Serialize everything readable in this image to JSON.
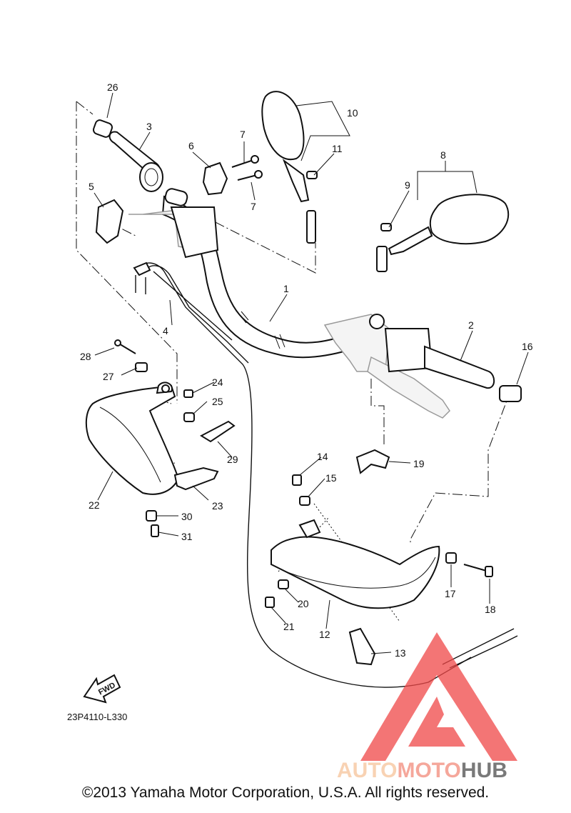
{
  "callouts": [
    {
      "id": "callout-1",
      "text": "1"
    },
    {
      "id": "callout-2",
      "text": "2"
    },
    {
      "id": "callout-3",
      "text": "3"
    },
    {
      "id": "callout-4",
      "text": "4"
    },
    {
      "id": "callout-5",
      "text": "5"
    },
    {
      "id": "callout-6",
      "text": "6"
    },
    {
      "id": "callout-7a",
      "text": "7"
    },
    {
      "id": "callout-7b",
      "text": "7"
    },
    {
      "id": "callout-8",
      "text": "8"
    },
    {
      "id": "callout-9",
      "text": "9"
    },
    {
      "id": "callout-10",
      "text": "10"
    },
    {
      "id": "callout-11",
      "text": "11"
    },
    {
      "id": "callout-12",
      "text": "12"
    },
    {
      "id": "callout-13",
      "text": "13"
    },
    {
      "id": "callout-14",
      "text": "14"
    },
    {
      "id": "callout-15",
      "text": "15"
    },
    {
      "id": "callout-16",
      "text": "16"
    },
    {
      "id": "callout-17",
      "text": "17"
    },
    {
      "id": "callout-18",
      "text": "18"
    },
    {
      "id": "callout-19",
      "text": "19"
    },
    {
      "id": "callout-20",
      "text": "20"
    },
    {
      "id": "callout-21",
      "text": "21"
    },
    {
      "id": "callout-22",
      "text": "22"
    },
    {
      "id": "callout-23",
      "text": "23"
    },
    {
      "id": "callout-24",
      "text": "24"
    },
    {
      "id": "callout-25",
      "text": "25"
    },
    {
      "id": "callout-26",
      "text": "26"
    },
    {
      "id": "callout-27",
      "text": "27"
    },
    {
      "id": "callout-28",
      "text": "28"
    },
    {
      "id": "callout-29",
      "text": "29"
    },
    {
      "id": "callout-30",
      "text": "30"
    },
    {
      "id": "callout-31",
      "text": "31"
    }
  ],
  "fwd_label": "FWD",
  "diagram_code": "23P4110-L330",
  "watermark": {
    "part1": "AUTO",
    "part2": "MOTO",
    "part3": "HUB",
    "color_light": "#f6c49a",
    "color_mid": "#f28a7a",
    "color_dark": "#4d4d4d",
    "triangle_color": "#f04848"
  },
  "copyright": "©2013 Yamaha Motor Corporation, U.S.A. All rights reserved."
}
